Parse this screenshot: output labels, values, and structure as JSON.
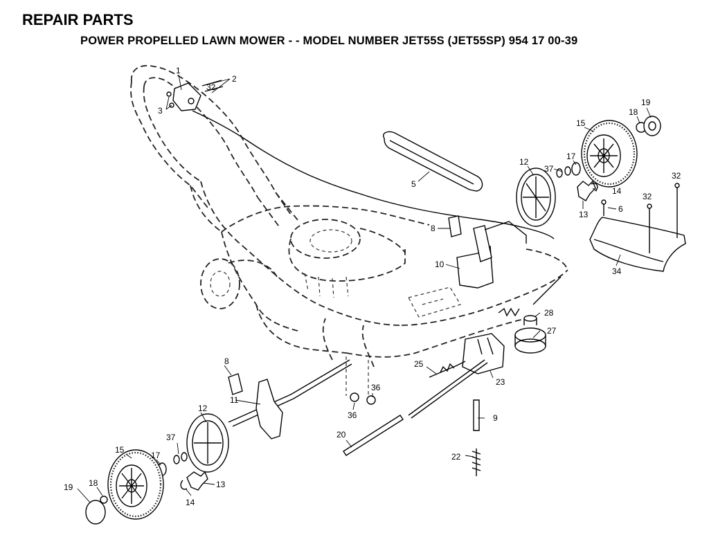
{
  "header": {
    "title": "REPAIR PARTS",
    "subtitle": "POWER PROPELLED LAWN MOWER - - MODEL NUMBER JET55S (JET55SP) 954 17 00-39"
  },
  "callouts": {
    "c1": "1",
    "c2": "2",
    "c3": "3",
    "c5": "5",
    "c6": "6",
    "c8a": "8",
    "c8b": "8",
    "c9": "9",
    "c10": "10",
    "c11": "11",
    "c12a": "12",
    "c12b": "12",
    "c13a": "13",
    "c13b": "13",
    "c14a": "14",
    "c14b": "14",
    "c15a": "15",
    "c15b": "15",
    "c17a": "17",
    "c17b": "17",
    "c18a": "18",
    "c18b": "18",
    "c19a": "19",
    "c19b": "19",
    "c20": "20",
    "c22": "22",
    "c23": "23",
    "c25": "25",
    "c27": "27",
    "c28": "28",
    "c32a": "32",
    "c32b": "32",
    "c32c": "32",
    "c34": "34",
    "c36a": "36",
    "c36b": "36",
    "c37a": "37",
    "c37b": "37"
  }
}
